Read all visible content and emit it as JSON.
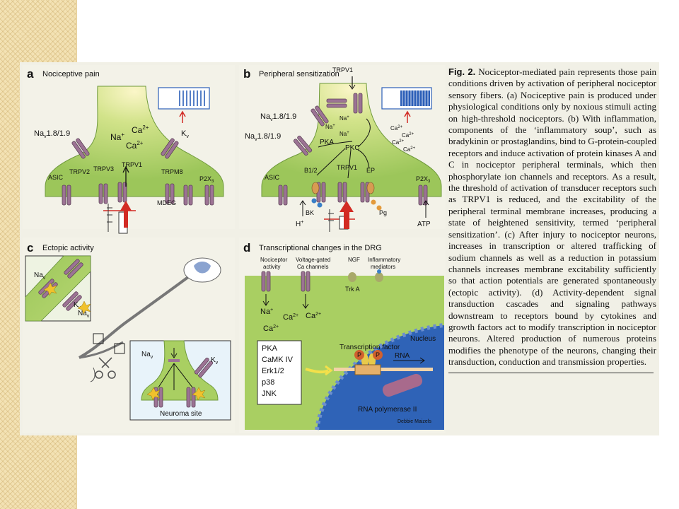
{
  "panel_a": {
    "letter": "a",
    "title": "Nociceptive pain",
    "labels": {
      "nav_left": "Na",
      "nav_left_sub": "v",
      "nav_left_tail": "1.8/1.9",
      "na_plus": "Na",
      "ca1": "Ca",
      "ca2": "Ca",
      "kv": "K",
      "kv_sub": "v",
      "asic": "ASIC",
      "trpv2": "TRPV2",
      "trpv3": "TRPV3",
      "trpv1": "TRPV1",
      "trpm8": "TRPM8",
      "p2x3": "P2X",
      "p2x3_sub": "3",
      "mdeg": "MDEG"
    }
  },
  "panel_b": {
    "letter": "b",
    "title": "Peripheral sensitization",
    "labels": {
      "trpv1_top": "TRPV1",
      "nav_upper": "Na",
      "nav_upper_tail": "1.8/1.9",
      "nav_lower": "Na",
      "nav_lower_tail": "1.8/1.9",
      "na_a": "Na",
      "na_b": "Na",
      "na_c": "Na",
      "pka": "PKA",
      "pkc": "PKC",
      "b12": "B1/2",
      "trpv1": "TRPV1",
      "ep": "EP",
      "asic": "ASIC",
      "p2x3": "P2X",
      "p2x3_sub": "3",
      "bk": "BK",
      "pg": "Pg",
      "h_plus": "H",
      "atp": "ATP",
      "ca_a": "Ca",
      "ca_b": "Ca",
      "ca_c": "Ca",
      "ca_d": "Ca"
    }
  },
  "panel_c": {
    "letter": "c",
    "title": "Ectopic activity",
    "labels": {
      "nav_a": "Na",
      "kv_a": "K",
      "nav_b": "Na",
      "nav_c": "Na",
      "kv_b": "K",
      "neuroma": "Neuroma site"
    }
  },
  "panel_d": {
    "letter": "d",
    "title": "Transcriptional changes in the DRG",
    "labels": {
      "nociceptor": "Nociceptor",
      "activity": "activity",
      "voltage": "Voltage-gated",
      "channels": "Ca  channels",
      "ngf": "NGF",
      "inflammatory": "Inflammatory",
      "mediators": "mediators",
      "trka": "Trk A",
      "na": "Na",
      "ca_a": "Ca",
      "ca_b": "Ca",
      "ca_c": "Ca",
      "nucleus": "Nucleus",
      "tf": "Transcription factor",
      "p1": "P",
      "p2": "P",
      "rna": "RNA",
      "rnapol": "RNA polymerase II",
      "kinases": [
        "PKA",
        "CaMK IV",
        "Erk1/2",
        "p38",
        "JNK"
      ],
      "credit": "Debbie Maizels"
    }
  },
  "common": {
    "plus": "+",
    "two_plus": "2+"
  },
  "caption": {
    "fig_label": "Fig. 2.",
    "text": "Nociceptor-mediated pain represents those pain conditions driven by activation of peripheral nociceptor sensory fibers. (a) Nociceptive pain is produced under physiological conditions only by noxious stimuli acting on high-threshold nociceptors. (b) With inflammation, components of the ‘inflammatory soup’, such as bradykinin or prostaglandins, bind to G-protein-coupled receptors and induce activation of protein kinases A and C in nociceptor peripheral terminals, which then phosphorylate ion channels and receptors. As a result, the threshold of activation of transducer receptors such as TRPV1 is reduced, and the excitability of the peripheral terminal membrane increases, producing a state of heightened sensitivity, termed ‘peripheral sensitization’. (c) After injury to nociceptor neurons, increases in transcription or altered trafficking of sodium channels as well as a reduction in potassium channels increases membrane excitability sufficiently so that action potentials are generated spontaneously (ectopic activity). (d) Activity-dependent signal transduction cascades and signaling pathways downstream to receptors bound by cytokines and growth factors act to modify transcription in nociceptor neurons. Altered production of numerous proteins modifies the phenotype of the neurons, changing their transduction, conduction and transmission properties."
  },
  "colors": {
    "terminal_green": "#a9cf62",
    "channel_purple": "#9c7394",
    "arrow_red": "#d22b24",
    "nucleus_blue": "#2f63b7",
    "raster_blue": "#2c5fb8"
  }
}
